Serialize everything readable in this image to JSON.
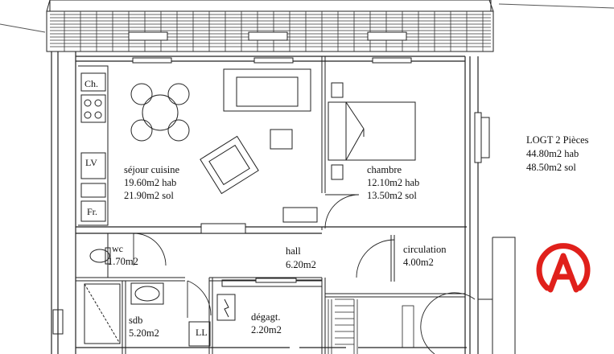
{
  "accent_color": "#e0201b",
  "unit": {
    "title": "LOGT 2 Pièces",
    "hab": "44.80m2 hab",
    "sol": "48.50m2 sol"
  },
  "rooms": {
    "sejour": {
      "name": "séjour cuisine",
      "hab": "19.60m2 hab",
      "sol": "21.90m2 sol"
    },
    "chambre": {
      "name": "chambre",
      "hab": "12.10m2 hab",
      "sol": "13.50m2 sol"
    },
    "wc": {
      "name": "wc",
      "area": "1.70m2"
    },
    "hall": {
      "name": "hall",
      "area": "6.20m2"
    },
    "circulation": {
      "name": "circulation",
      "area": "4.00m2"
    },
    "sdb": {
      "name": "sdb",
      "area": "5.20m2"
    },
    "degagement": {
      "name": "dégagt.",
      "area": "2.20m2"
    }
  },
  "appliances": {
    "ch": "Ch.",
    "lv": "LV",
    "fr": "Fr.",
    "ll": "LL"
  },
  "logo": {
    "icon": "red-a-ring-logo"
  }
}
